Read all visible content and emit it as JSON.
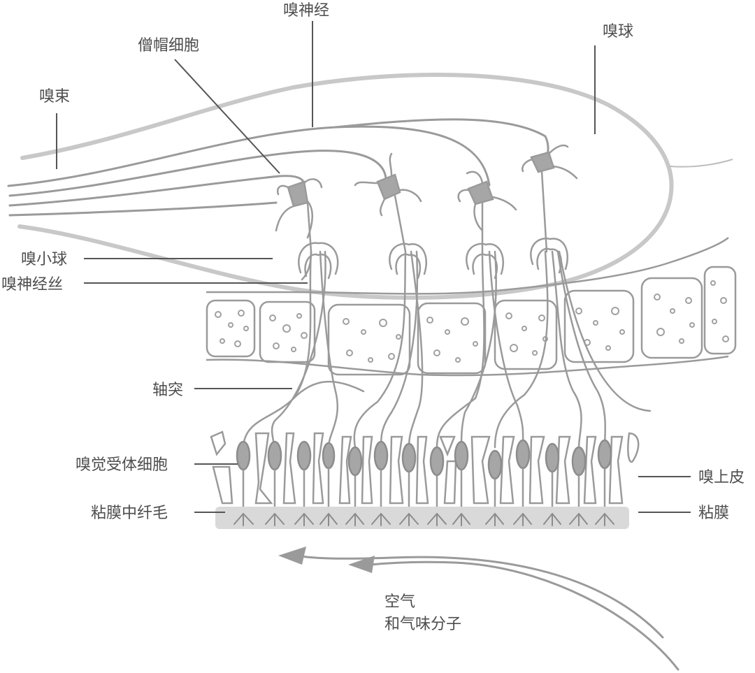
{
  "labels": {
    "olfactory_nerve": "嗅神经",
    "mitral_cell": "僧帽细胞",
    "olfactory_bulb": "嗅球",
    "olfactory_tract": "嗅束",
    "glomerulus": "嗅小球",
    "olfactory_fila": "嗅神经丝",
    "axon": "轴突",
    "receptor_cell": "嗅觉受体细胞",
    "cilia_in_mucus": "粘膜中纤毛",
    "olfactory_epithelium": "嗅上皮",
    "mucus": "粘膜",
    "air_line1": "空气",
    "air_line2": "和气味分子"
  },
  "colors": {
    "line": "#9a9a9a",
    "bulb_outline": "#c8c8c8",
    "cell_body": "#a6a6a6",
    "mucus": "#d9d9d9",
    "label": "#4d4d4d",
    "leader": "#555555"
  }
}
